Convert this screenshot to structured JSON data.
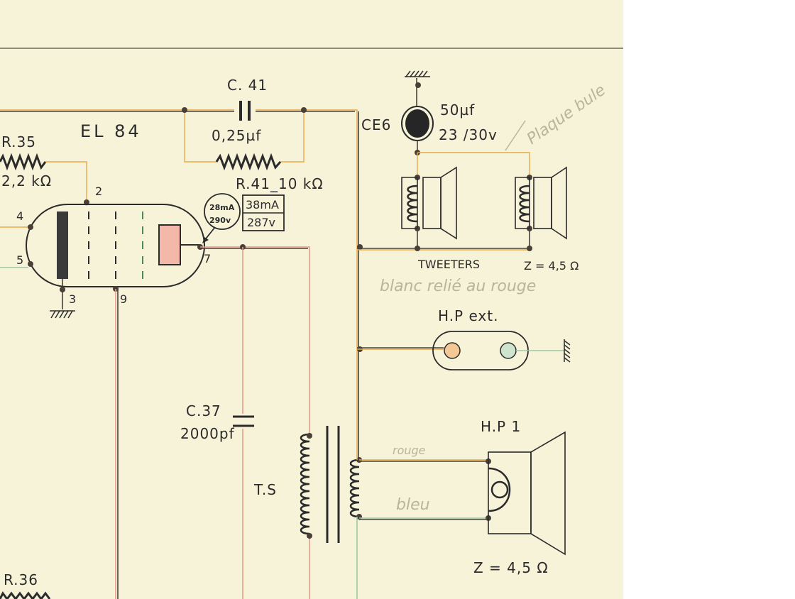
{
  "palette": {
    "paper": "#f6f3d8",
    "ink": "#4a4038",
    "wire_orange": "#e9a94a",
    "wire_red": "#e99a8a",
    "wire_green": "#9cc7a4",
    "handwriting": "#b9b59a"
  },
  "tube": {
    "name": "EL 84",
    "pins": [
      "4",
      "5",
      "2",
      "3",
      "9",
      "7"
    ],
    "reading_a": [
      "28mA",
      "290v"
    ],
    "reading_b": [
      "38mA",
      "287v"
    ]
  },
  "components": {
    "r35_name": "R.35",
    "r35_value": "2,2 kΩ",
    "c41_name": "C. 41",
    "c41_value": "0,25µf",
    "r41_name": "R.41_10 kΩ",
    "ce6_name": "CE6",
    "ce6_value1": "50µf",
    "ce6_value2": "23 /30v",
    "c37_name": "C.37",
    "c37_value": "2000pf",
    "ts_name": "T.S",
    "r36_name": "R.36"
  },
  "speakers": {
    "tweeters_label": "TWEETERS",
    "tweeters_impedance": "Z = 4,5 Ω",
    "hp_ext_label": "H.P ext.",
    "hp1_label": "H.P 1",
    "hp1_impedance": "Z = 4,5 Ω"
  },
  "handwritten_notes": {
    "top_right": "Plaque bule",
    "middle": "blanc relié au rouge",
    "wire_top": "rouge",
    "wire_bottom": "bleu"
  }
}
